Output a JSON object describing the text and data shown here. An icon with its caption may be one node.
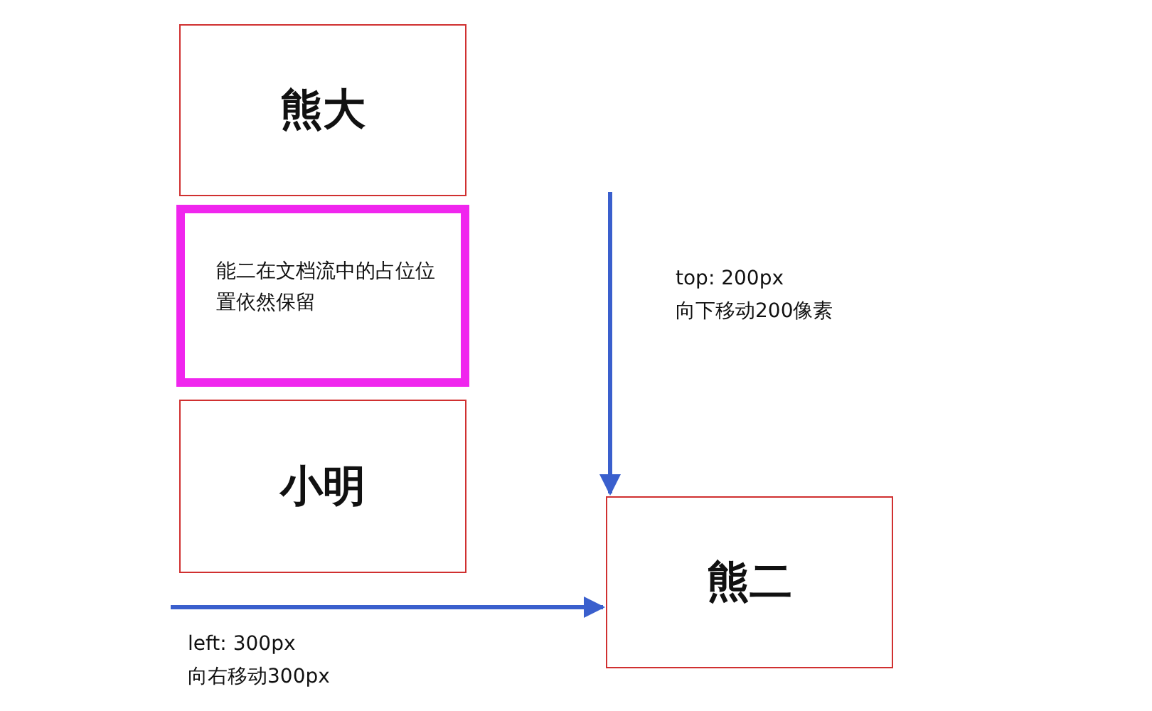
{
  "diagram": {
    "nodes": [
      {
        "text": [
          "熊大"
        ]
      },
      {
        "text": [
          "能二在文档流中的占位位置依然保留"
        ]
      },
      {
        "text": [
          "小明"
        ]
      },
      {
        "text": [
          "熊二"
        ]
      }
    ],
    "edges": [
      {
        "from": null,
        "to": 3,
        "arrow": "to"
      },
      {
        "from": null,
        "to": 3,
        "arrow": "to"
      }
    ],
    "labels": [
      "top: 200px",
      "向下移动200像素",
      "left: 300px",
      "向右移动300px"
    ]
  }
}
